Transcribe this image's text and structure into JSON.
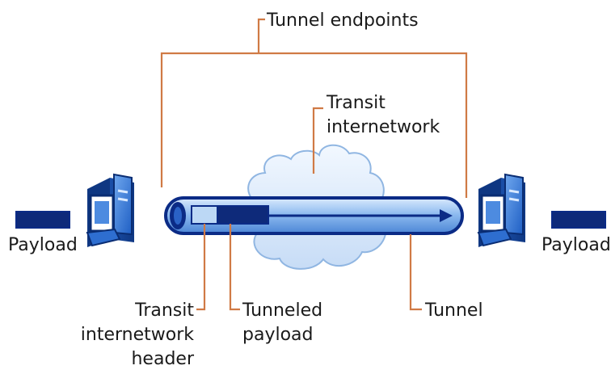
{
  "labels": {
    "tunnel_endpoints": "Tunnel endpoints",
    "transit_internetwork_line1": "Transit",
    "transit_internetwork_line2": "internetwork",
    "payload_left": "Payload",
    "payload_right": "Payload",
    "transit_header_line1": "Transit",
    "transit_header_line2": "internetwork",
    "transit_header_line3": "header",
    "tunneled_payload_line1": "Tunneled",
    "tunneled_payload_line2": "payload",
    "tunnel": "Tunnel"
  },
  "colors": {
    "leader_line": "#d07a45",
    "payload_block": "#0e2a7a",
    "tube_fill": "#7fb2ec",
    "tube_outline": "#0b2b86",
    "cloud_fill": "#dbe9fa",
    "cloud_outline": "#90b6e2",
    "header_block": "#bcd8f5",
    "arrow": "#0b2b86"
  },
  "icons": {
    "left_endpoint": "server-computer-icon",
    "right_endpoint": "server-computer-icon"
  }
}
